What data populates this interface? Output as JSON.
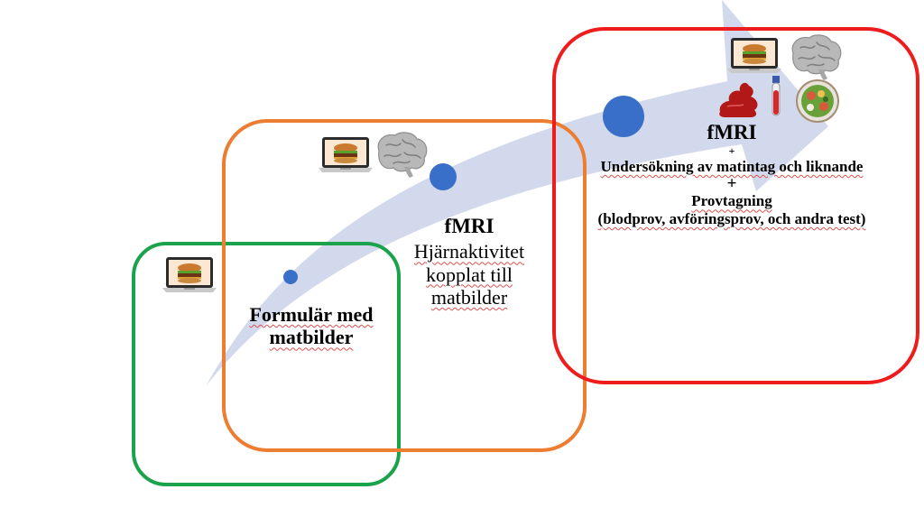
{
  "stage1": {
    "label": "Formulär med matbilder",
    "color": "#1aa34a"
  },
  "stage2": {
    "title": "fMRI",
    "description": "Hjärnaktivitet kopplat till matbilder",
    "color": "#ed7d31"
  },
  "stage3": {
    "title": "fMRI",
    "plus_small": "+",
    "line1": "Undersökning av matintag och liknande",
    "plus_big": "+",
    "line2": "Provtagning",
    "line3": "(blodprov, avföringsprov, och andra test)",
    "color": "#ee1c1c"
  },
  "arrow_color": "#d3d9ec",
  "dot_color": "#3a6fc9",
  "icons": [
    "laptop-food-icon",
    "brain-icon",
    "stool-icon",
    "blood-tube-icon",
    "salad-bowl-icon"
  ]
}
